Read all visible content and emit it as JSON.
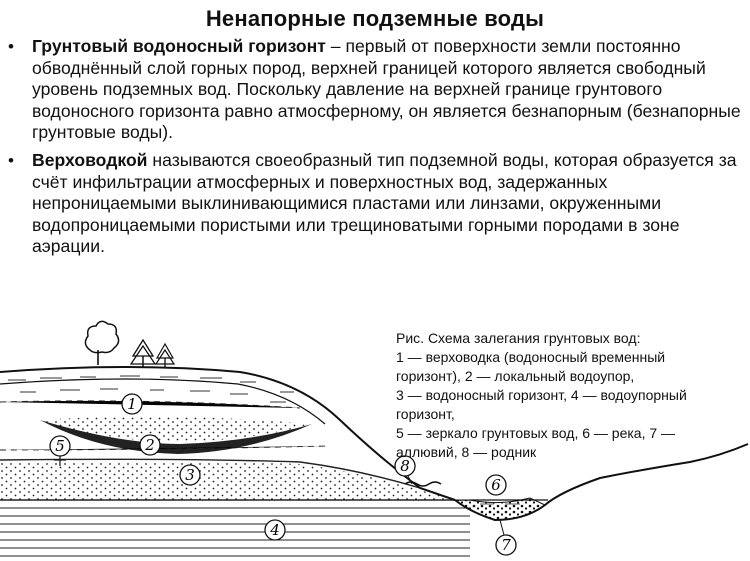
{
  "title": "Ненапорные подземные воды",
  "bullets": [
    {
      "term": "Грунтовый водоносный горизонт",
      "text": " – первый от поверхности земли постоянно обводнённый слой горных пород, верхней границей которого является свободный уровень подземных вод. Поскольку давление на верхней границе грунтового водоносного горизонта равно атмосферному, он является безнапорным (безнапорные грунтовые воды)."
    },
    {
      "term": "Верховодкой",
      "text": " называются своеобразный тип подземной воды, которая образуется за счёт инфильтрации атмосферных и поверхностных вод, задержанных непроницаемыми выклинивающимися пластами или линзами, окруженными водопроницаемыми пористыми или трещиноватыми горными породами в зоне аэрации."
    }
  ],
  "caption": {
    "lines": [
      "Рис.  Схема залегания грунтовых вод:",
      "1 — верховодка (водоносный временный",
      "горизонт), 2 — локальный водоупор,",
      "3 — водоносный горизонт, 4 — водоупорный",
      "горизонт,",
      "5 — зеркало грунтовых вод, 6 — река, 7 —",
      "аллювий, 8 — родник"
    ]
  },
  "diagram": {
    "labels": [
      "1",
      "2",
      "3",
      "4",
      "5",
      "6",
      "7",
      "8"
    ],
    "icons": [
      "deciduous-tree-icon",
      "spruce-tree-icon"
    ]
  }
}
